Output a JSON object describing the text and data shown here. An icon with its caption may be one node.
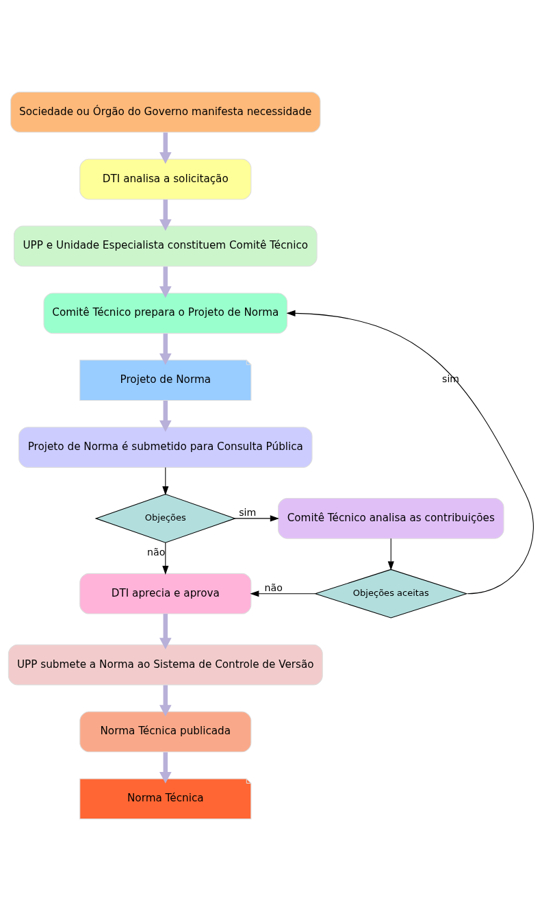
{
  "diagram": {
    "nodes": [
      {
        "text": [
          "Sociedade ou Órgão do Governo manifesta necessidade"
        ]
      },
      {
        "text": [
          "DTI analisa a solicitação"
        ]
      },
      {
        "text": [
          "UPP e Unidade Especialista constituem Comitê Técnico"
        ]
      },
      {
        "text": [
          "Comitê Técnico prepara o Projeto de Norma"
        ]
      },
      {
        "text": [
          "Projeto de Norma"
        ]
      },
      {
        "text": [
          "Projeto de Norma é submetido para Consulta Pública"
        ]
      },
      {
        "text": [
          "Objeções"
        ]
      },
      {
        "text": [
          "Comitê Técnico analisa as contribuições"
        ]
      },
      {
        "text": [
          "DTI aprecia e aprova"
        ]
      },
      {
        "text": [
          "Objeções aceitas"
        ]
      },
      {
        "text": [
          "UPP submete a Norma ao Sistema de Controle de Versão"
        ]
      },
      {
        "text": [
          "Norma Técnica publicada"
        ]
      },
      {
        "text": [
          "Norma Técnica"
        ]
      }
    ],
    "edges": [
      {
        "from": 0,
        "to": 1,
        "arrow": "to",
        "color": "#b8b0d8"
      },
      {
        "from": 1,
        "to": 2,
        "arrow": "to",
        "color": "#b8b0d8"
      },
      {
        "from": 2,
        "to": 3,
        "arrow": "to",
        "color": "#b8b0d8"
      },
      {
        "from": 3,
        "to": 4,
        "arrow": "to",
        "color": "#b8b0d8"
      },
      {
        "from": 4,
        "to": 5,
        "arrow": "to",
        "color": "#b8b0d8"
      },
      {
        "from": 5,
        "to": 6,
        "arrow": "to",
        "color": "#000000"
      },
      {
        "from": 6,
        "to": 7,
        "arrow": "to",
        "label": "sim",
        "color": "#000000"
      },
      {
        "from": 6,
        "to": 8,
        "arrow": "to",
        "label": "não",
        "color": "#000000"
      },
      {
        "from": 7,
        "to": 9,
        "arrow": "to",
        "color": "#000000"
      },
      {
        "from": 9,
        "to": 8,
        "arrow": "to",
        "label": "não",
        "color": "#000000"
      },
      {
        "from": 9,
        "to": 3,
        "arrow": "to",
        "label": "sim",
        "color": "#000000"
      },
      {
        "from": 8,
        "to": 10,
        "arrow": "to",
        "color": "#b8b0d8"
      },
      {
        "from": 10,
        "to": 11,
        "arrow": "to",
        "color": "#b8b0d8"
      },
      {
        "from": 11,
        "to": 12,
        "arrow": "to",
        "color": "#b8b0d8"
      }
    ]
  }
}
